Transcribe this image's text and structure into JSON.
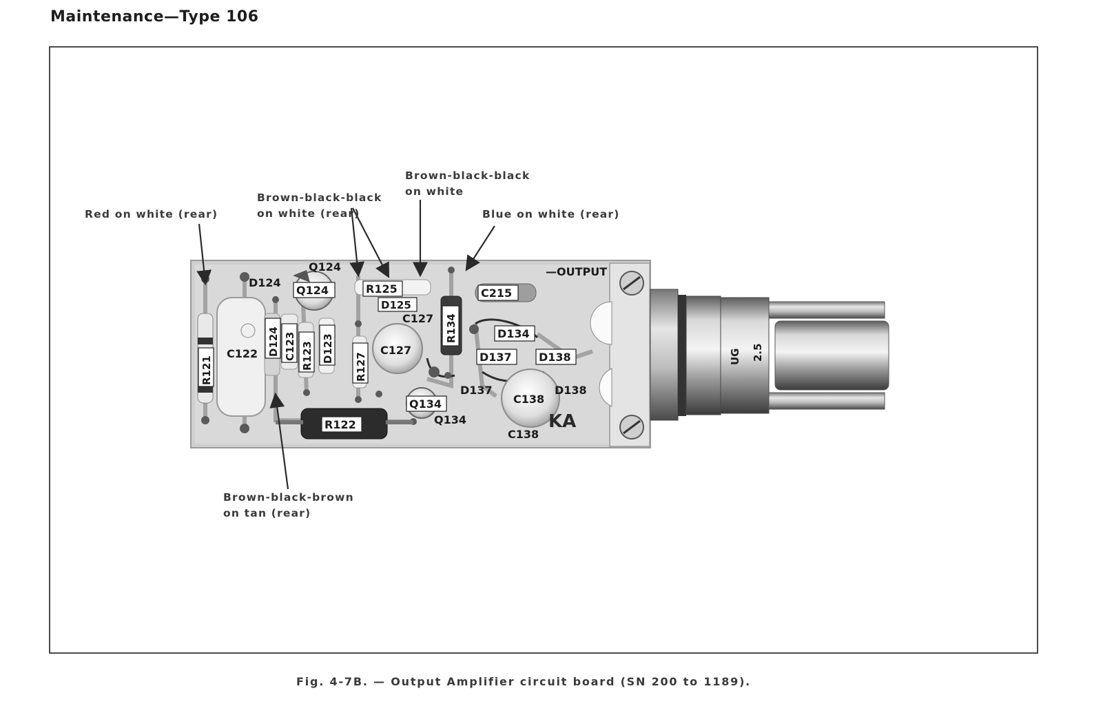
{
  "header": {
    "title": "Maintenance—Type 106"
  },
  "callouts": {
    "red_on_white": "Red on white (rear)",
    "brown_black_black_rear_1": "Brown-black-black",
    "brown_black_black_rear_2": "on white (rear)",
    "brown_black_black_1": "Brown-black-black",
    "brown_black_black_2": "on white",
    "blue_on_white": "Blue on white (rear)",
    "brown_black_brown_1": "Brown-black-brown",
    "brown_black_brown_2": "on tan (rear)"
  },
  "board": {
    "output_label": "—OUTPUT",
    "marking": "KA",
    "connector_text_1": "UG",
    "connector_text_2": "2.5",
    "labels": {
      "q124_top": "Q124",
      "d124_top": "D124",
      "q124": "Q124",
      "r125": "R125",
      "d125": "D125",
      "c127_top": "C127",
      "c215": "C215",
      "r134": "R134",
      "d134": "D134",
      "d137": "D137",
      "d138": "D138",
      "r121": "R121",
      "c122": "C122",
      "d124": "D124",
      "c123": "C123",
      "r123": "R123",
      "d123": "D123",
      "r127": "R127",
      "c127": "C127",
      "d137_b": "D137",
      "c138": "C138",
      "d138_b": "D138",
      "q134": "Q134",
      "q134_b": "Q134",
      "c138_b": "C138",
      "r122": "R122"
    }
  },
  "caption": "Fig. 4-7B. — Output Amplifier circuit board (SN 200 to 1189)."
}
